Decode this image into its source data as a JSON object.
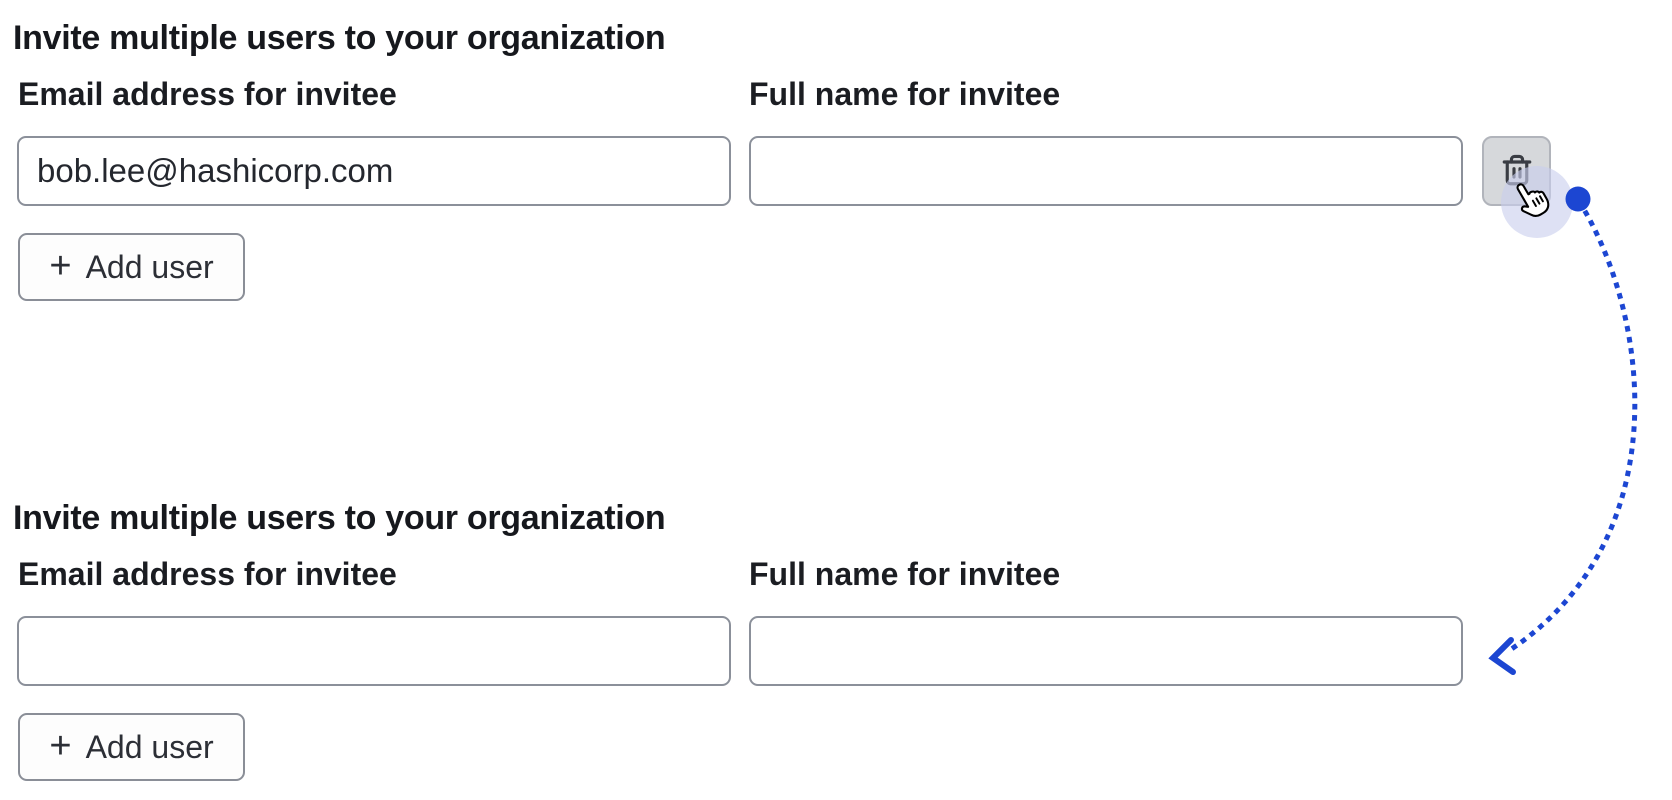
{
  "page": {
    "background": "#ffffff"
  },
  "colors": {
    "accent_blue": "#1c46d2",
    "halo_lavender": "#c9cfee",
    "input_border": "#8b909a",
    "trash_button_bg": "#d6d8db",
    "icon_charcoal": "#3a3d44",
    "text_primary": "#16181d"
  },
  "icons": {
    "trash": "trash-icon",
    "plus": "plus-icon",
    "cursor": "pointer-cursor-icon",
    "arrow": "curved-dotted-arrow"
  },
  "sections": [
    {
      "heading": "Invite multiple users to your organization",
      "email_label": "Email address for invitee",
      "name_label": "Full name for invitee",
      "email_value": "bob.lee@hashicorp.com",
      "name_value": "",
      "add_user": {
        "plus": "+",
        "label": "Add user"
      }
    },
    {
      "heading": "Invite multiple users to your organization",
      "email_label": "Email address for invitee",
      "name_label": "Full name for invitee",
      "email_value": "",
      "name_value": "",
      "add_user": {
        "plus": "+",
        "label": "Add user"
      }
    }
  ]
}
